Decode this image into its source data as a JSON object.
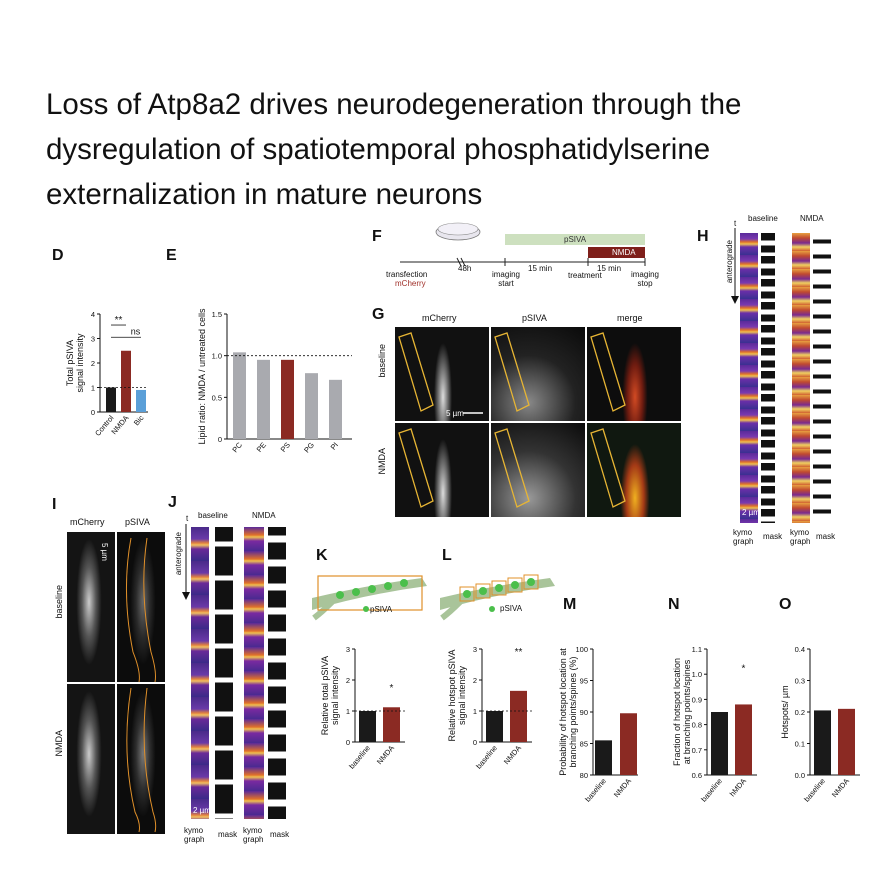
{
  "title": "Loss of Atp8a2 drives neurodegeneration through the dysregulation of spatiotemporal phosphatidylserine externalization in mature neurons",
  "panels": {
    "D": "D",
    "E": "E",
    "F": "F",
    "G": "G",
    "H": "H",
    "I": "I",
    "J": "J",
    "K": "K",
    "L": "L",
    "M": "M",
    "N": "N",
    "O": "O"
  },
  "timeline": {
    "psiva": "pSIVA",
    "nmda": "NMDA",
    "transfection": "transfection",
    "mcherry": "mCherry",
    "h48": "48h",
    "imaging_start": "imaging start",
    "min15a": "15 min",
    "treatment": "treatment",
    "min15b": "15 min",
    "imaging_stop": "imaging stop"
  },
  "microscopy": {
    "G_cols": [
      "mCherry",
      "pSIVA",
      "merge"
    ],
    "G_rows": [
      "baseline",
      "NMDA"
    ],
    "scale_5um": "5 µm",
    "H_cols": [
      "baseline",
      "NMDA"
    ],
    "kymo": "kymo graph",
    "mask": "mask",
    "anterograde": "anterograde",
    "t": "t",
    "scale_2um": "2 µm",
    "I_cols": [
      "mCherry",
      "pSIVA"
    ],
    "I_rows": [
      "baseline",
      "NMDA"
    ],
    "J_cols": [
      "baseline",
      "NMDA"
    ],
    "pSIVA_tag": "pSIVA"
  },
  "chart_data": [
    {
      "id": "D",
      "type": "bar",
      "categories": [
        "Control",
        "NMDA",
        "Bic"
      ],
      "values": [
        1.0,
        2.5,
        0.9
      ],
      "colors": [
        "#1a1a1a",
        "#8b2a23",
        "#5a9fd8"
      ],
      "ylabel": "Total pSIVA signal intensity",
      "ylim": [
        0,
        4
      ],
      "yticks": [
        0,
        1,
        2,
        3,
        4
      ],
      "annotations": [
        "**",
        "ns"
      ],
      "refline": 1
    },
    {
      "id": "E",
      "type": "bar",
      "categories": [
        "PC",
        "PE",
        "PS",
        "PG",
        "PI"
      ],
      "values": [
        1.04,
        0.95,
        0.95,
        0.79,
        0.71
      ],
      "colors": [
        "#a9aaaf",
        "#a9aaaf",
        "#8b2a23",
        "#a9aaaf",
        "#a9aaaf"
      ],
      "ylabel": "Lipid ratio: NMDA / untreated cells",
      "ylim": [
        0,
        1.5
      ],
      "yticks": [
        0,
        0.5,
        1.0,
        1.5
      ],
      "refline": 1
    },
    {
      "id": "K",
      "type": "bar",
      "categories": [
        "baseline",
        "NMDA"
      ],
      "values": [
        1.0,
        1.12
      ],
      "colors": [
        "#1a1a1a",
        "#8b2a23"
      ],
      "ylabel": "Relative total pSIVA signal intensity",
      "ylim": [
        0,
        3
      ],
      "yticks": [
        0,
        1,
        2,
        3
      ],
      "annotations": [
        "*"
      ],
      "refline": 1
    },
    {
      "id": "L",
      "type": "bar",
      "categories": [
        "baseline",
        "NMDA"
      ],
      "values": [
        1.0,
        1.65
      ],
      "colors": [
        "#1a1a1a",
        "#8b2a23"
      ],
      "ylabel": "Relative hotspot pSIVA signal intensity",
      "ylim": [
        0,
        3
      ],
      "yticks": [
        0,
        1,
        2,
        3
      ],
      "annotations": [
        "**"
      ],
      "refline": 1
    },
    {
      "id": "M",
      "type": "bar",
      "categories": [
        "baseline",
        "NMDA"
      ],
      "values": [
        85.5,
        89.8
      ],
      "colors": [
        "#1a1a1a",
        "#8b2a23"
      ],
      "ylabel": "Probability of hotspot location at branching points/spines (%)",
      "ylim": [
        80,
        100
      ],
      "yticks": [
        80,
        85,
        90,
        95,
        100
      ]
    },
    {
      "id": "N",
      "type": "bar",
      "categories": [
        "baseline",
        "hMDA"
      ],
      "values": [
        0.85,
        0.88
      ],
      "colors": [
        "#1a1a1a",
        "#8b2a23"
      ],
      "ylabel": "Fraction of hotspot location at branching points/spines",
      "ylim": [
        0.6,
        1.1
      ],
      "yticks": [
        0.6,
        0.7,
        0.8,
        0.9,
        1.0,
        1.1
      ],
      "annotations": [
        "*"
      ]
    },
    {
      "id": "O",
      "type": "bar",
      "categories": [
        "baseline",
        "NMDA"
      ],
      "values": [
        0.205,
        0.21
      ],
      "colors": [
        "#1a1a1a",
        "#8b2a23"
      ],
      "ylabel": "Hotspots/ µm",
      "ylim": [
        0,
        0.4
      ],
      "yticks": [
        0.0,
        0.1,
        0.2,
        0.3,
        0.4
      ]
    }
  ]
}
